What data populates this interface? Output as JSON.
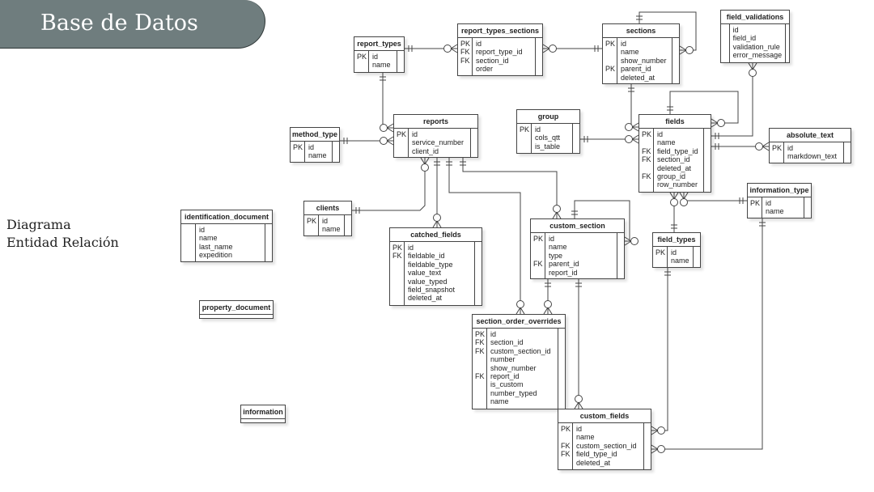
{
  "header": {
    "title": "Base de Datos"
  },
  "subtitle": {
    "line1": "Diagrama",
    "line2": "Entidad Relación"
  },
  "tables": [
    {
      "name": "report_types",
      "rows": [
        [
          "PK",
          "id"
        ],
        [
          "",
          "name"
        ]
      ]
    },
    {
      "name": "report_types_sections",
      "rows": [
        [
          "PK",
          "id"
        ],
        [
          "FK",
          "report_type_id"
        ],
        [
          "FK",
          "section_id"
        ],
        [
          "",
          "order"
        ]
      ]
    },
    {
      "name": "sections",
      "rows": [
        [
          "PK",
          "id"
        ],
        [
          "",
          "name"
        ],
        [
          "",
          "show_number"
        ],
        [
          "PK",
          "parent_id"
        ],
        [
          "",
          "deleted_at"
        ]
      ]
    },
    {
      "name": "field_validations",
      "rows": [
        [
          "",
          "id"
        ],
        [
          "",
          "field_id"
        ],
        [
          "",
          "validation_rule"
        ],
        [
          "",
          "error_message"
        ]
      ]
    },
    {
      "name": "reports",
      "rows": [
        [
          "PK",
          "id"
        ],
        [
          "",
          "service_number"
        ],
        [
          "",
          "client_id"
        ]
      ]
    },
    {
      "name": "method_type",
      "rows": [
        [
          "PK",
          "id"
        ],
        [
          "",
          "name"
        ]
      ]
    },
    {
      "name": "group",
      "rows": [
        [
          "PK",
          "id"
        ],
        [
          "",
          "cols_qtt"
        ],
        [
          "",
          "is_table"
        ]
      ]
    },
    {
      "name": "fields",
      "rows": [
        [
          "PK",
          "id"
        ],
        [
          "",
          "name"
        ],
        [
          "FK",
          "field_type_id"
        ],
        [
          "FK",
          "section_id"
        ],
        [
          "",
          "deleted_at"
        ],
        [
          "FK",
          "group_id"
        ],
        [
          "",
          "row_number"
        ]
      ]
    },
    {
      "name": "absolute_text",
      "rows": [
        [
          "PK",
          "id"
        ],
        [
          "",
          "markdown_text"
        ]
      ]
    },
    {
      "name": "information_type",
      "rows": [
        [
          "PK",
          "id"
        ],
        [
          "",
          "name"
        ]
      ]
    },
    {
      "name": "clients",
      "rows": [
        [
          "PK",
          "id"
        ],
        [
          "",
          "name"
        ]
      ]
    },
    {
      "name": "identification_document",
      "rows": [
        [
          "",
          "id"
        ],
        [
          "",
          "name"
        ],
        [
          "",
          "last_name"
        ],
        [
          "",
          "expedition"
        ]
      ]
    },
    {
      "name": "catched_fields",
      "rows": [
        [
          "PK",
          "id"
        ],
        [
          "FK",
          "fieldable_id"
        ],
        [
          "",
          "fieldable_type"
        ],
        [
          "",
          "value_text"
        ],
        [
          "",
          "value_typed"
        ],
        [
          "",
          "field_snapshot"
        ],
        [
          "",
          "deleted_at"
        ]
      ]
    },
    {
      "name": "custom_section",
      "rows": [
        [
          "PK",
          "id"
        ],
        [
          "",
          "name"
        ],
        [
          "",
          "type"
        ],
        [
          "FK",
          "parent_id"
        ],
        [
          "",
          "report_id"
        ]
      ]
    },
    {
      "name": "field_types",
      "rows": [
        [
          "PK",
          "id"
        ],
        [
          "",
          "name"
        ]
      ]
    },
    {
      "name": "property_document",
      "rows": []
    },
    {
      "name": "information",
      "rows": []
    },
    {
      "name": "section_order_overrides",
      "rows": [
        [
          "PK",
          "id"
        ],
        [
          "FK",
          "section_id"
        ],
        [
          "FK",
          "custom_section_id"
        ],
        [
          "",
          "number"
        ],
        [
          "",
          "show_number"
        ],
        [
          "FK",
          "report_id"
        ],
        [
          "",
          "is_custom"
        ],
        [
          "",
          "number_typed"
        ],
        [
          "",
          "name"
        ]
      ]
    },
    {
      "name": "custom_fields",
      "rows": [
        [
          "PK",
          "id"
        ],
        [
          "",
          "name"
        ],
        [
          "FK",
          "custom_section_id"
        ],
        [
          "FK",
          "field_type_id"
        ],
        [
          "",
          "deleted_at"
        ]
      ]
    }
  ],
  "colors": {
    "banner": "#6f7d7e",
    "line": "#444444"
  }
}
